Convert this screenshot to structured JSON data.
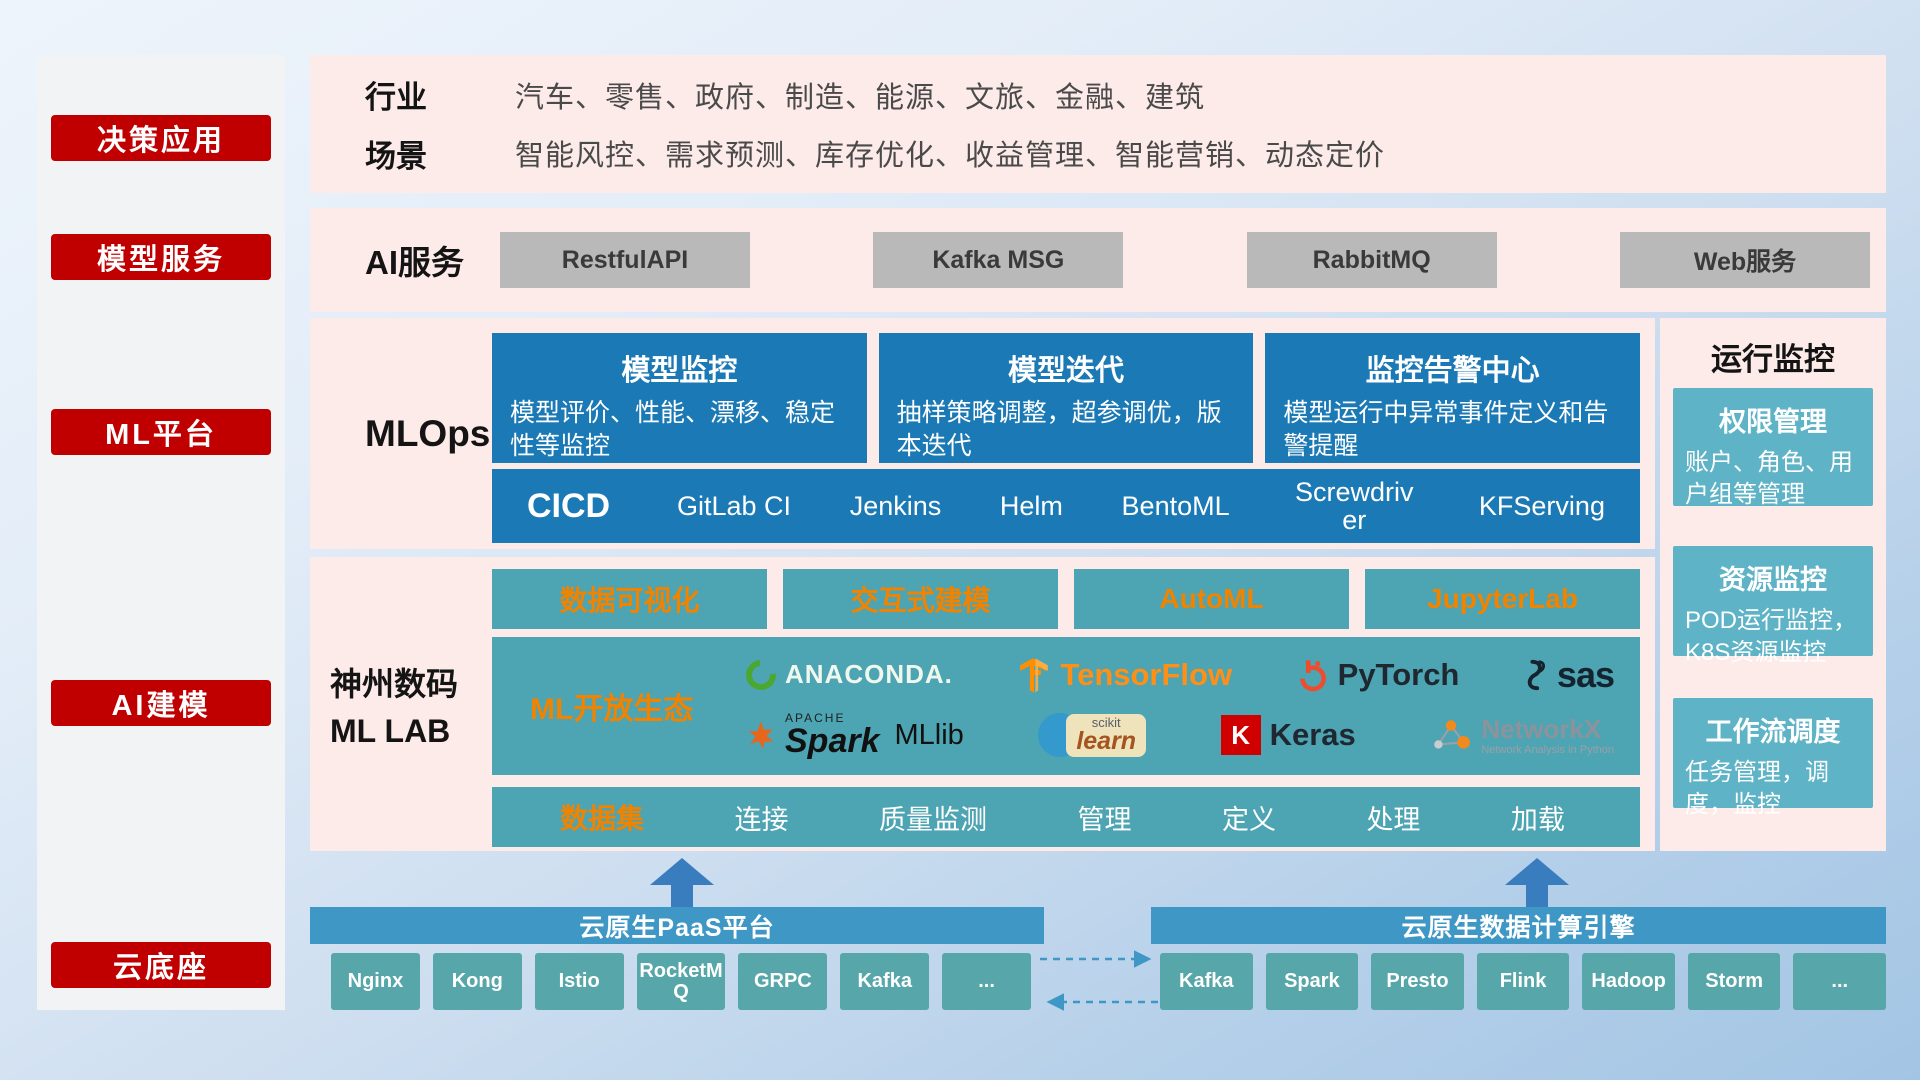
{
  "colors": {
    "accent_red": "#c00000",
    "panel_pink": "#fcebe8",
    "card_blue": "#1b79b5",
    "box_teal": "#4da4b2",
    "box_teal_light": "#5eb3c6",
    "highlight_orange": "#f08300",
    "bar_blue": "#3e97c5",
    "chip_teal": "#57a6a9",
    "button_gray": "#b9b9b9"
  },
  "sidebar": {
    "items": [
      {
        "label": "决策应用"
      },
      {
        "label": "模型服务"
      },
      {
        "label": "ML平台"
      },
      {
        "label": "AI建模"
      },
      {
        "label": "云底座"
      }
    ]
  },
  "industry": {
    "rows": [
      {
        "label": "行业",
        "text": "汽车、零售、政府、制造、能源、文旅、金融、建筑"
      },
      {
        "label": "场景",
        "text": "智能风控、需求预测、库存优化、收益管理、智能营销、动态定价"
      }
    ]
  },
  "ai_service": {
    "label": "AI服务",
    "buttons": [
      "RestfulAPI",
      "Kafka MSG",
      "RabbitMQ",
      "Web服务"
    ]
  },
  "mlops": {
    "label": "MLOps",
    "cards": [
      {
        "title": "模型监控",
        "desc": "模型评价、性能、漂移、稳定性等监控"
      },
      {
        "title": "模型迭代",
        "desc": "抽样策略调整，超参调优，版本迭代"
      },
      {
        "title": "监控告警中心",
        "desc": "模型运行中异常事件定义和告警提醒"
      }
    ],
    "cicd_label": "CICD",
    "cicd_items": [
      "GitLab CI",
      "Jenkins",
      "Helm",
      "BentoML",
      "Screwdriver",
      "KFServing"
    ]
  },
  "mllab": {
    "label_line1": "神州数码",
    "label_line2": "ML LAB",
    "tools": [
      "数据可视化",
      "交互式建模",
      "AutoML",
      "JupyterLab"
    ],
    "ecosystem": {
      "label": "ML开放生态",
      "anaconda": "ANACONDA.",
      "tensorflow": "TensorFlow",
      "pytorch": "PyTorch",
      "sas": "sas",
      "spark_top": "APACHE",
      "spark": "Spark",
      "mllib": "MLlib",
      "scikit_top": "scikit",
      "scikit": "learn",
      "keras_icon": "K",
      "keras": "Keras",
      "networkx": "NetworkX",
      "networkx_sub": "Network Analysis in Python"
    },
    "data_row": [
      "数据集",
      "连接",
      "质量监测",
      "管理",
      "定义",
      "处理",
      "加载"
    ]
  },
  "monitor": {
    "title": "运行监控",
    "cards": [
      {
        "title": "权限管理",
        "desc": "账户、角色、用户组等管理"
      },
      {
        "title": "资源监控",
        "desc": "POD运行监控，K8S资源监控"
      },
      {
        "title": "工作流调度",
        "desc": "任务管理，调度，监控"
      }
    ]
  },
  "bottom": {
    "paas_title": "云原生PaaS平台",
    "paas_items": [
      "Nginx",
      "Kong",
      "Istio",
      "RocketMQ",
      "GRPC",
      "Kafka",
      "..."
    ],
    "compute_title": "云原生数据计算引擎",
    "compute_items": [
      "Kafka",
      "Spark",
      "Presto",
      "Flink",
      "Hadoop",
      "Storm",
      "..."
    ]
  }
}
